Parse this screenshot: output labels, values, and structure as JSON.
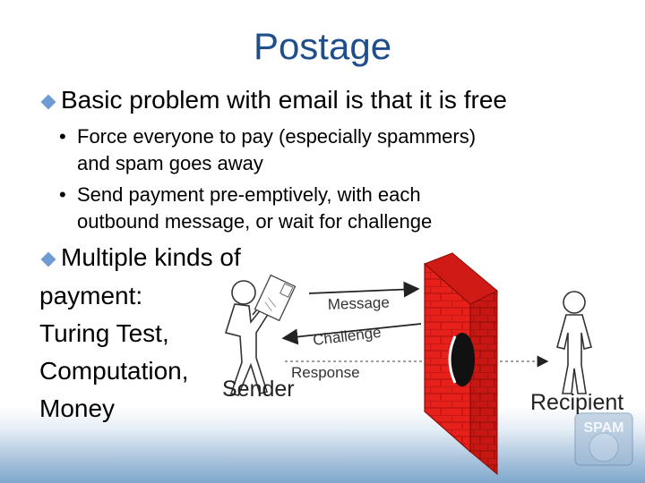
{
  "slide": {
    "title": "Postage",
    "bullets": [
      {
        "text": "Basic problem with email is that it is free",
        "subbullets": [
          {
            "line1": "Force everyone to pay (especially spammers)",
            "line2": "and spam goes away"
          },
          {
            "line1": "Send payment pre-emptively, with each",
            "line2": "outbound message, or wait for challenge"
          }
        ]
      },
      {
        "text": "Multiple kinds of",
        "continuation": [
          "payment:",
          "Turing Test,",
          "Computation,",
          "Money"
        ]
      }
    ],
    "bullet_marker": "•",
    "accent_color": "#1f4e8c",
    "diamond_color": "#6f9bd0"
  },
  "diagram": {
    "labels": {
      "sender": "Sender",
      "recipient": "Recipient",
      "message": "Message",
      "challenge": "Challenge",
      "response": "Response",
      "spam_logo": "SPAM"
    },
    "wall_color": "#e8201c"
  }
}
